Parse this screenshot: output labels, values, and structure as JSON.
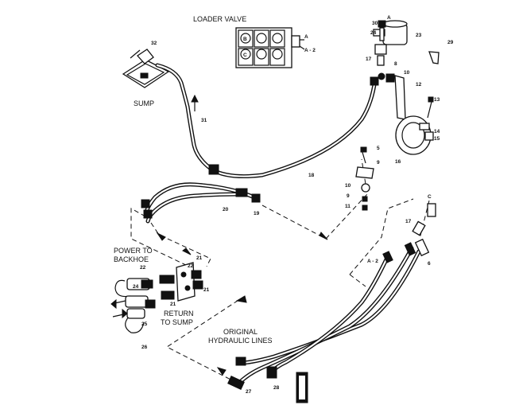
{
  "captions": {
    "loader_valve": "LOADER VALVE",
    "sump": "SUMP",
    "power_to_backhoe_1": "POWER TO",
    "power_to_backhoe_2": "BACKHOE",
    "return_to_sump_1": "RETURN",
    "return_to_sump_2": "TO SUMP",
    "original_lines_1": "ORIGINAL",
    "original_lines_2": "HYDRAULIC LINES"
  },
  "valve_letters": {
    "b": "B",
    "c": "C",
    "a": "A",
    "a2": "A - 2"
  },
  "letters": {
    "a_top": "A",
    "a2_lines": "A - 2",
    "c_right": "C"
  },
  "callouts": {
    "n30": "30",
    "n24a": "24",
    "n17a": "17",
    "n23": "23",
    "n29": "29",
    "n8a": "8",
    "n10a": "10",
    "n12": "12",
    "n13": "13",
    "n14": "14",
    "n15": "15",
    "n16": "16",
    "n32": "32",
    "n31": "31",
    "n18": "18",
    "n5": "5",
    "n9a": "9",
    "n10b": "10",
    "n9b": "9",
    "n11": "11",
    "n20": "20",
    "n19": "19",
    "n17b": "17",
    "n6": "6",
    "n21a": "21",
    "n22a": "22",
    "n22b": "22",
    "n21b": "21",
    "n21c": "21",
    "n24b": "24",
    "n25": "25",
    "n26": "26",
    "n28": "28",
    "n27": "27"
  }
}
